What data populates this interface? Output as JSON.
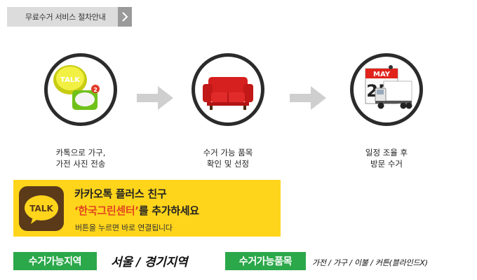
{
  "breadcrumb": {
    "label": "무료수거 서비스 절차안내",
    "arrow_icon": "chevron-right-icon"
  },
  "steps": [
    {
      "icon": "chat-bubbles-icon",
      "line1": "카톡으로 가구,",
      "line2": "가전 사진 전송",
      "bubble_text": "TALK",
      "badge": "2"
    },
    {
      "icon": "sofa-icon",
      "line1": "수거 가능 품목",
      "line2": "확인 및 선정"
    },
    {
      "icon": "calendar-truck-icon",
      "line1": "일정 조율 후",
      "line2": "방문 수거",
      "calendar_month": "MAY",
      "calendar_day": "25"
    }
  ],
  "kakao": {
    "logo_text": "TALK",
    "line1": "카카오톡 플러스 친구",
    "line2_highlight": "‘한국그린센터’",
    "line2_rest": "를 추가하세요",
    "line3": "버튼을 누르면 바로 연결됩니다"
  },
  "region": {
    "tag": "수거가능지역",
    "value": "서울 / 경기지역"
  },
  "items": {
    "tag": "수거가능품목",
    "value": "가전 / 가구 / 이불 / 커튼(블라인드X)"
  },
  "colors": {
    "accent_green": "#2ba84a",
    "kakao_yellow": "#ffd51b",
    "highlight_red": "#e0451f",
    "arrow_gray": "#cfcfcf"
  }
}
